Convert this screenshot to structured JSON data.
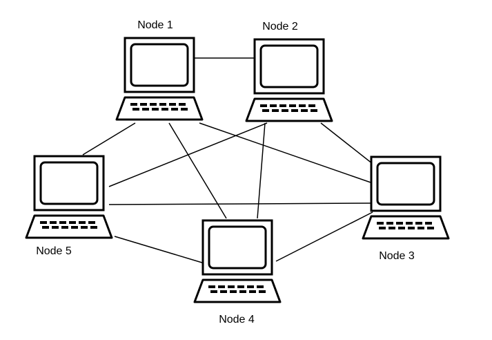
{
  "colors": {
    "line": "#000000",
    "fill": "#ffffff"
  },
  "nodes": [
    {
      "id": "n1",
      "label": "Node 1",
      "icon": "laptop-icon"
    },
    {
      "id": "n2",
      "label": "Node 2",
      "icon": "laptop-icon"
    },
    {
      "id": "n3",
      "label": "Node 3",
      "icon": "laptop-icon"
    },
    {
      "id": "n4",
      "label": "Node 4",
      "icon": "laptop-icon"
    },
    {
      "id": "n5",
      "label": "Node 5",
      "icon": "laptop-icon"
    }
  ],
  "links": [
    [
      "n1",
      "n2"
    ],
    [
      "n1",
      "n5"
    ],
    [
      "n1",
      "n4"
    ],
    [
      "n1",
      "n3"
    ],
    [
      "n2",
      "n5"
    ],
    [
      "n2",
      "n4"
    ],
    [
      "n2",
      "n3"
    ],
    [
      "n5",
      "n3"
    ],
    [
      "n5",
      "n4"
    ],
    [
      "n4",
      "n3"
    ]
  ]
}
